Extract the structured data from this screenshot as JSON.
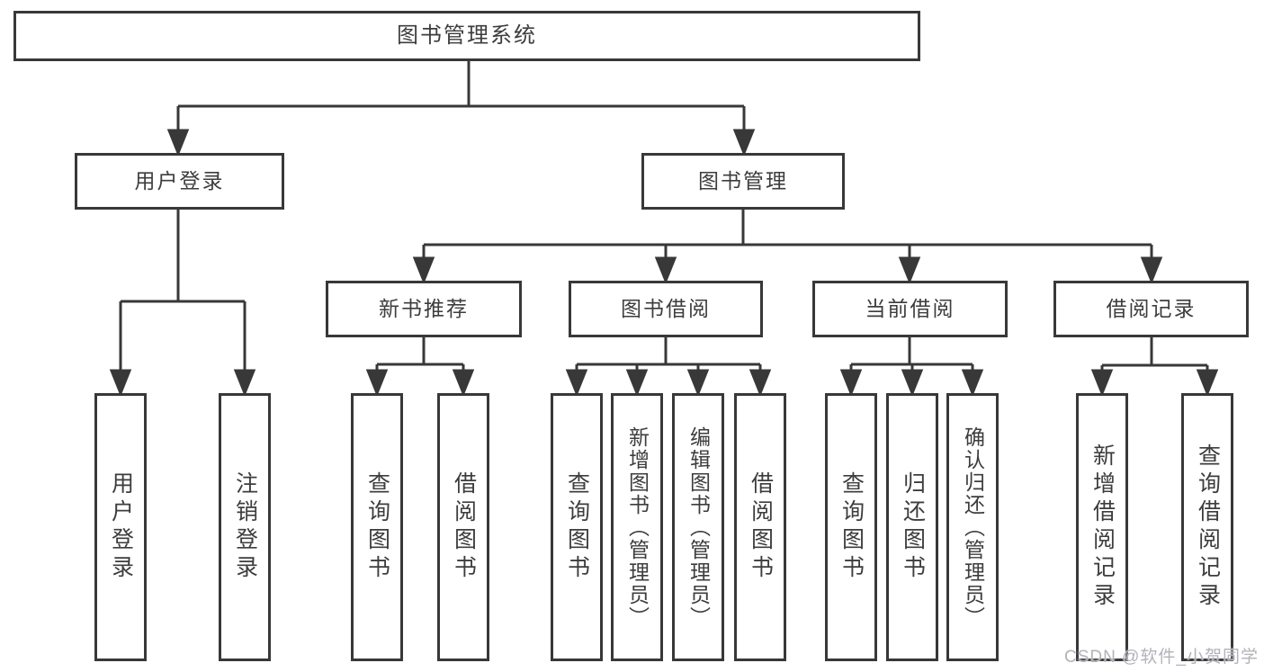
{
  "diagram_title": "图书管理系统",
  "nodes": {
    "root": "图书管理系统",
    "user_login": "用户登录",
    "book_mgmt": "图书管理",
    "new_book_rec": "新书推荐",
    "book_borrow": "图书借阅",
    "current_borrow": "当前借阅",
    "borrow_records": "借阅记录",
    "leaves": {
      "ul1": "用户登录",
      "ul2": "注销登录",
      "nb1": "查询图书",
      "nb2": "借阅图书",
      "bb1": "查询图书",
      "bb2": "新增图书（管理员）",
      "bb3": "编辑图书（管理员）",
      "bb4": "借阅图书",
      "cb1": "查询图书",
      "cb2": "归还图书",
      "cb3": "确认归还（管理员）",
      "br1": "新增借阅记录",
      "br2": "查询借阅记录"
    }
  },
  "watermark": {
    "text": "CSDN @软件_小贺同学",
    "color": "#b2b2ba"
  },
  "colors": {
    "line": "#383838",
    "text": "#3d3d3d",
    "background": "#ffffff"
  }
}
